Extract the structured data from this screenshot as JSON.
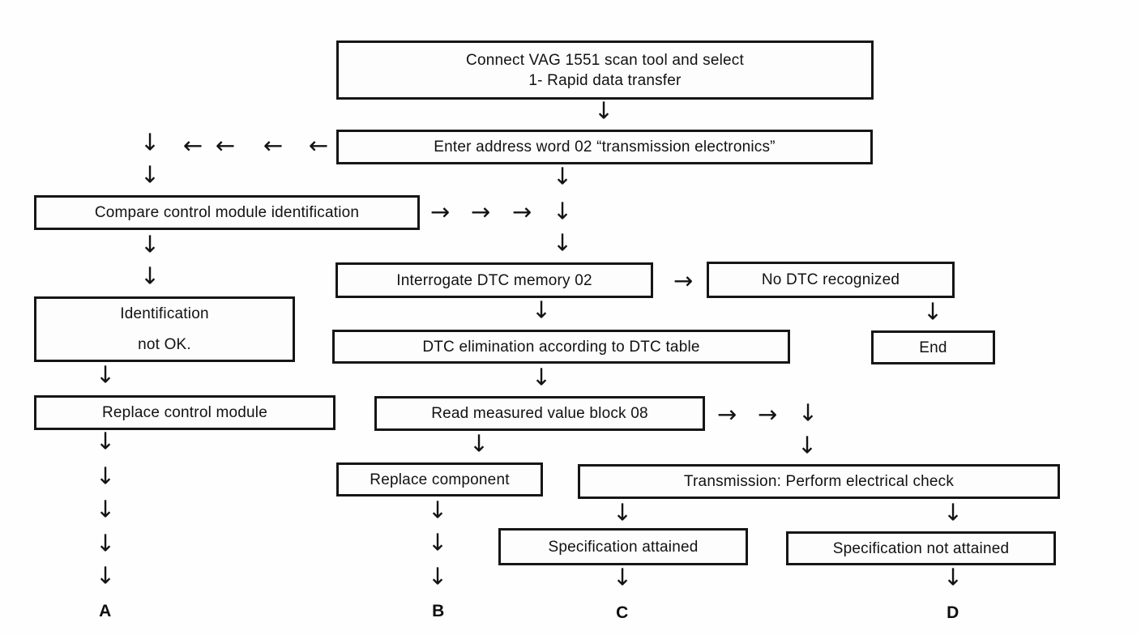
{
  "glyphs": {
    "down": "↓",
    "left": "←",
    "right": "→"
  },
  "boxes": {
    "connect": {
      "line1": "Connect VAG 1551 scan tool and select",
      "line2": "1- Rapid data transfer"
    },
    "enter_address": {
      "text": "Enter address word 02 “transmission electronics”"
    },
    "compare": {
      "text": "Compare control module identification"
    },
    "interrogate": {
      "text": "Interrogate DTC memory 02"
    },
    "no_dtc": {
      "text": "No DTC recognized"
    },
    "identification": {
      "line1": "Identification",
      "line2": "not OK."
    },
    "dtc_elimination": {
      "text": "DTC elimination according to DTC table"
    },
    "end": {
      "text": "End"
    },
    "replace_module": {
      "text": "Replace control module"
    },
    "read_block": {
      "text": "Read measured value block 08"
    },
    "replace_component": {
      "text": "Replace component"
    },
    "transmission_check": {
      "text": "Transmission: Perform electrical check"
    },
    "spec_attained": {
      "text": "Specification attained"
    },
    "spec_not_attained": {
      "text": "Specification not attained"
    }
  },
  "outcome_labels": {
    "a": "A",
    "b": "B",
    "c": "C",
    "d": "D"
  }
}
